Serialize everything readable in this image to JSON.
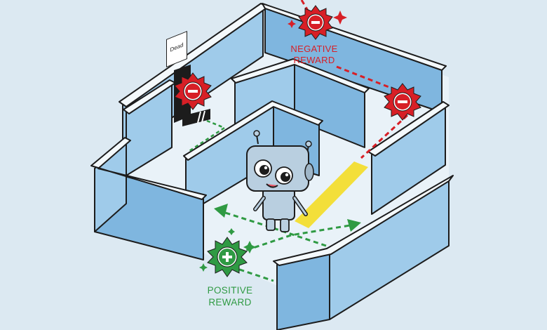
{
  "labels": {
    "negative_line1": "NEGATIVE",
    "negative_line2": "REWARD",
    "positive_line1": "POSITIVE",
    "positive_line2": "REWARD",
    "dead_sign": "Dead"
  },
  "colors": {
    "background": "#dce9f2",
    "wall_top": "#f4f9fc",
    "wall_side": "#9fcbea",
    "wall_front": "#7fb6df",
    "outline": "#1c1c1c",
    "floor": "#e9f2f8",
    "negative": "#d71f26",
    "positive": "#2f9a43",
    "path_highlight": "#f3df3a",
    "robot": "#b9cfe0"
  },
  "icons": {
    "negative_reward": "minus-burst-icon",
    "positive_reward": "plus-burst-icon"
  }
}
